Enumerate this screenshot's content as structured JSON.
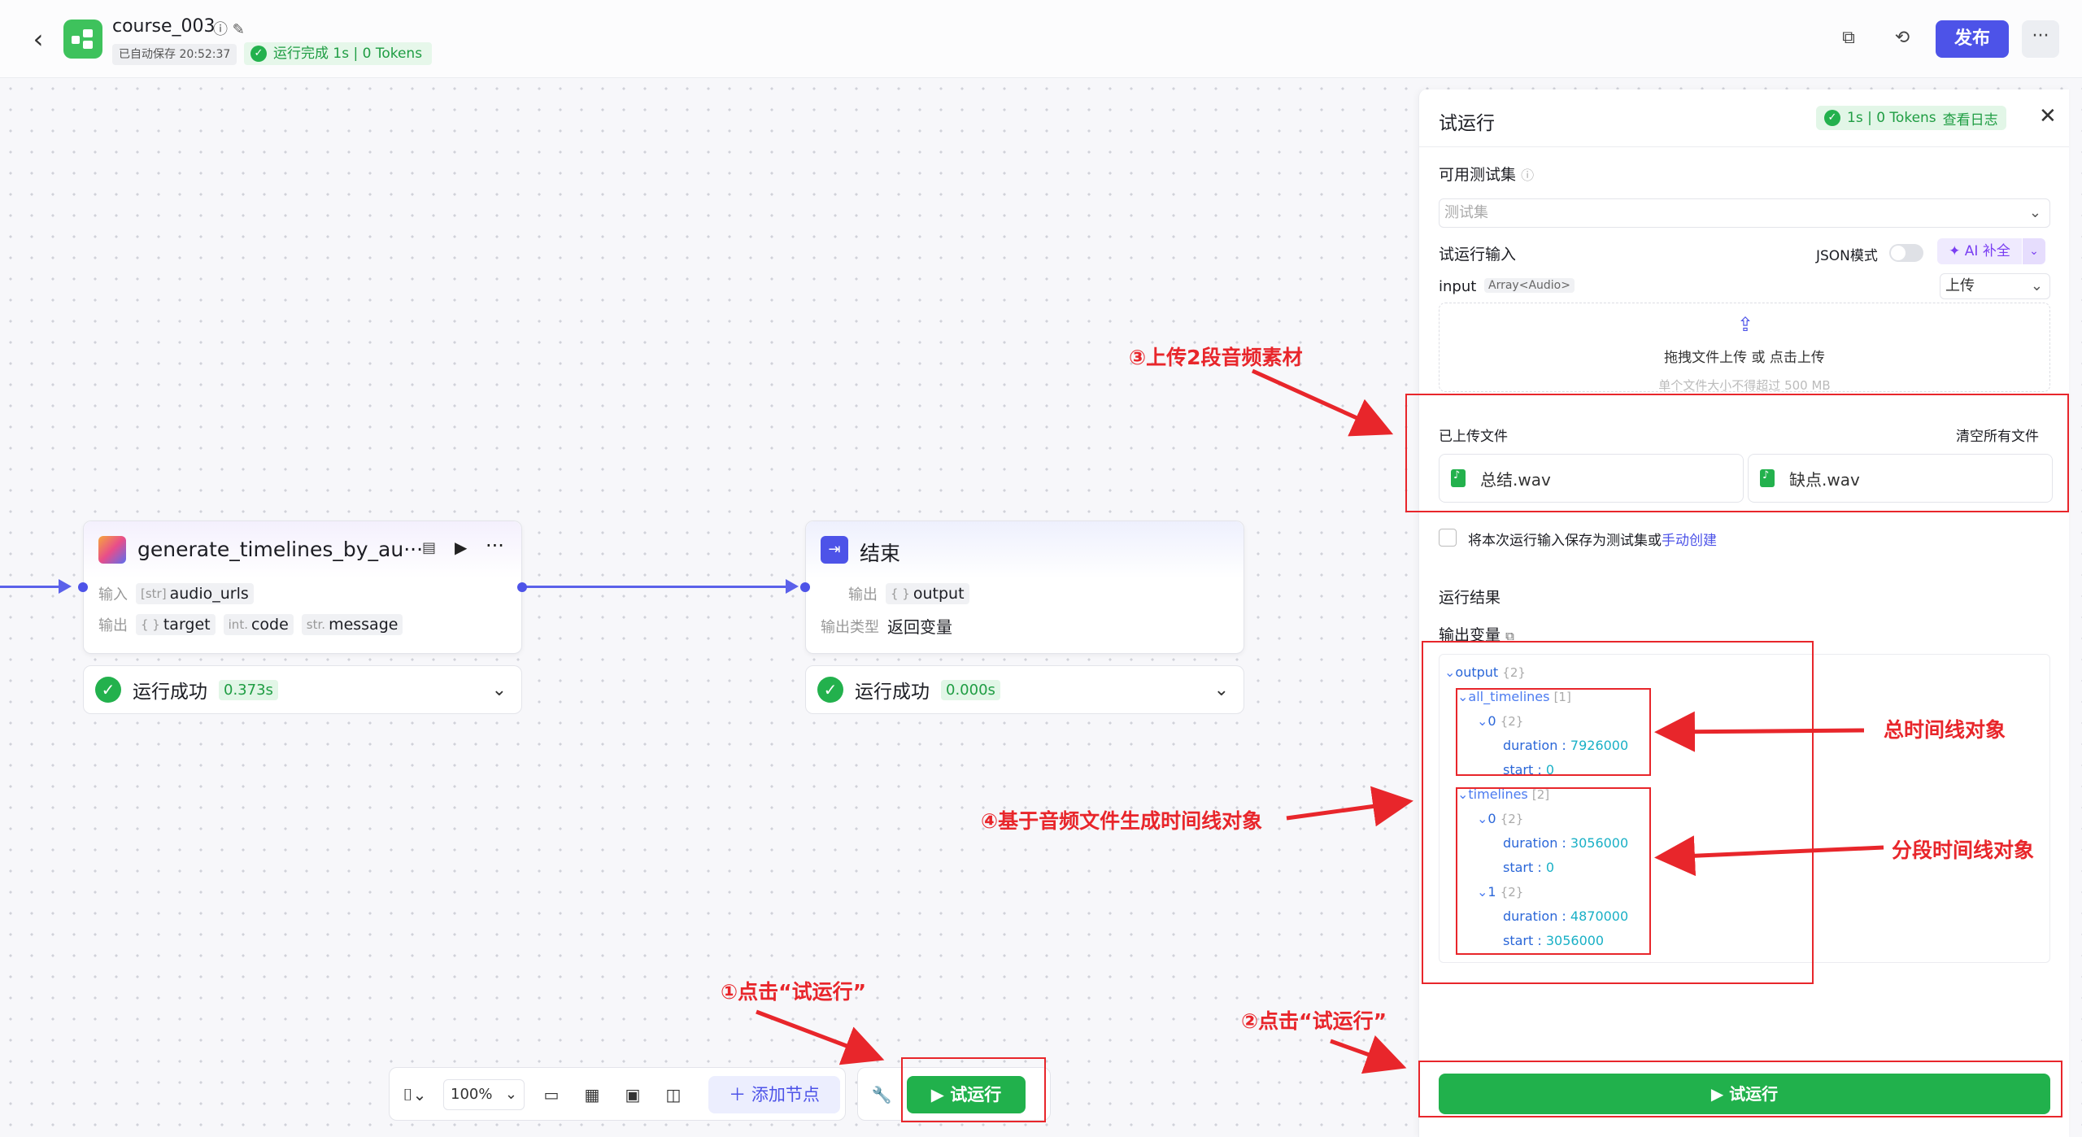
{
  "header": {
    "app_title": "course_003",
    "autosave": "已自动保存 20:52:37",
    "run_status": "运行完成 1s | 0 Tokens",
    "publish": "发布",
    "more": "···"
  },
  "node_a": {
    "title": "generate_timelines_by_au···",
    "input_label": "输入",
    "input_param": "audio_urls",
    "input_type": "[str]",
    "output_label": "输出",
    "outputs": [
      {
        "type": "{ }",
        "name": "target"
      },
      {
        "type": "int.",
        "name": "code"
      },
      {
        "type": "str.",
        "name": "message"
      }
    ],
    "status": "运行成功",
    "time": "0.373s"
  },
  "node_end": {
    "title": "结束",
    "output_label": "输出",
    "output_type": "{ }",
    "output_name": "output",
    "output_type_label": "输出类型",
    "output_type_value": "返回变量",
    "status": "运行成功",
    "time": "0.000s"
  },
  "toolbar": {
    "zoom": "100%",
    "add_node": "添加节点",
    "run": "试运行"
  },
  "panel": {
    "title": "试运行",
    "badge": "1s | 0 Tokens",
    "view_log": "查看日志",
    "test_set_label": "可用测试集",
    "test_set_placeholder": "测试集",
    "run_input_label": "试运行输入",
    "json_mode": "JSON模式",
    "ai_fill": "AI 补全",
    "input_name": "input",
    "input_type": "Array<Audio>",
    "upload_mode": "上传",
    "upload_hint": "拖拽文件上传 或 点击上传",
    "upload_limit": "单个文件大小不得超过 500 MB",
    "uploaded_label": "已上传文件",
    "clear_all": "清空所有文件",
    "files": [
      "总结.wav",
      "缺点.wav"
    ],
    "save_as_test": "将本次运行输入保存为测试集或",
    "manual_create": "手动创建",
    "results_label": "运行结果",
    "output_vars_label": "输出变量",
    "run_button": "试运行"
  },
  "tree": {
    "output": "output",
    "output_count": "{2}",
    "all_timelines": "all_timelines",
    "all_timelines_count": "[1]",
    "idx0": "0",
    "idx1": "1",
    "obj_count": "{2}",
    "timelines": "timelines",
    "timelines_count": "[2]",
    "duration_key": "duration :",
    "start_key": "start :",
    "all_duration": "7926000",
    "all_start": "0",
    "t0_duration": "3056000",
    "t0_start": "0",
    "t1_duration": "4870000",
    "t1_start": "3056000"
  },
  "annotations": {
    "step1": "①点击“试运行”",
    "step2": "②点击“试运行”",
    "step3": "③上传2段音频素材",
    "step4": "④基于音频文件生成时间线对象",
    "total_timeline": "总时间线对象",
    "segment_timeline": "分段时间线对象"
  },
  "colors": {
    "primary": "#4d53e8",
    "success": "#21b14c",
    "annotation": "#e8262b"
  }
}
